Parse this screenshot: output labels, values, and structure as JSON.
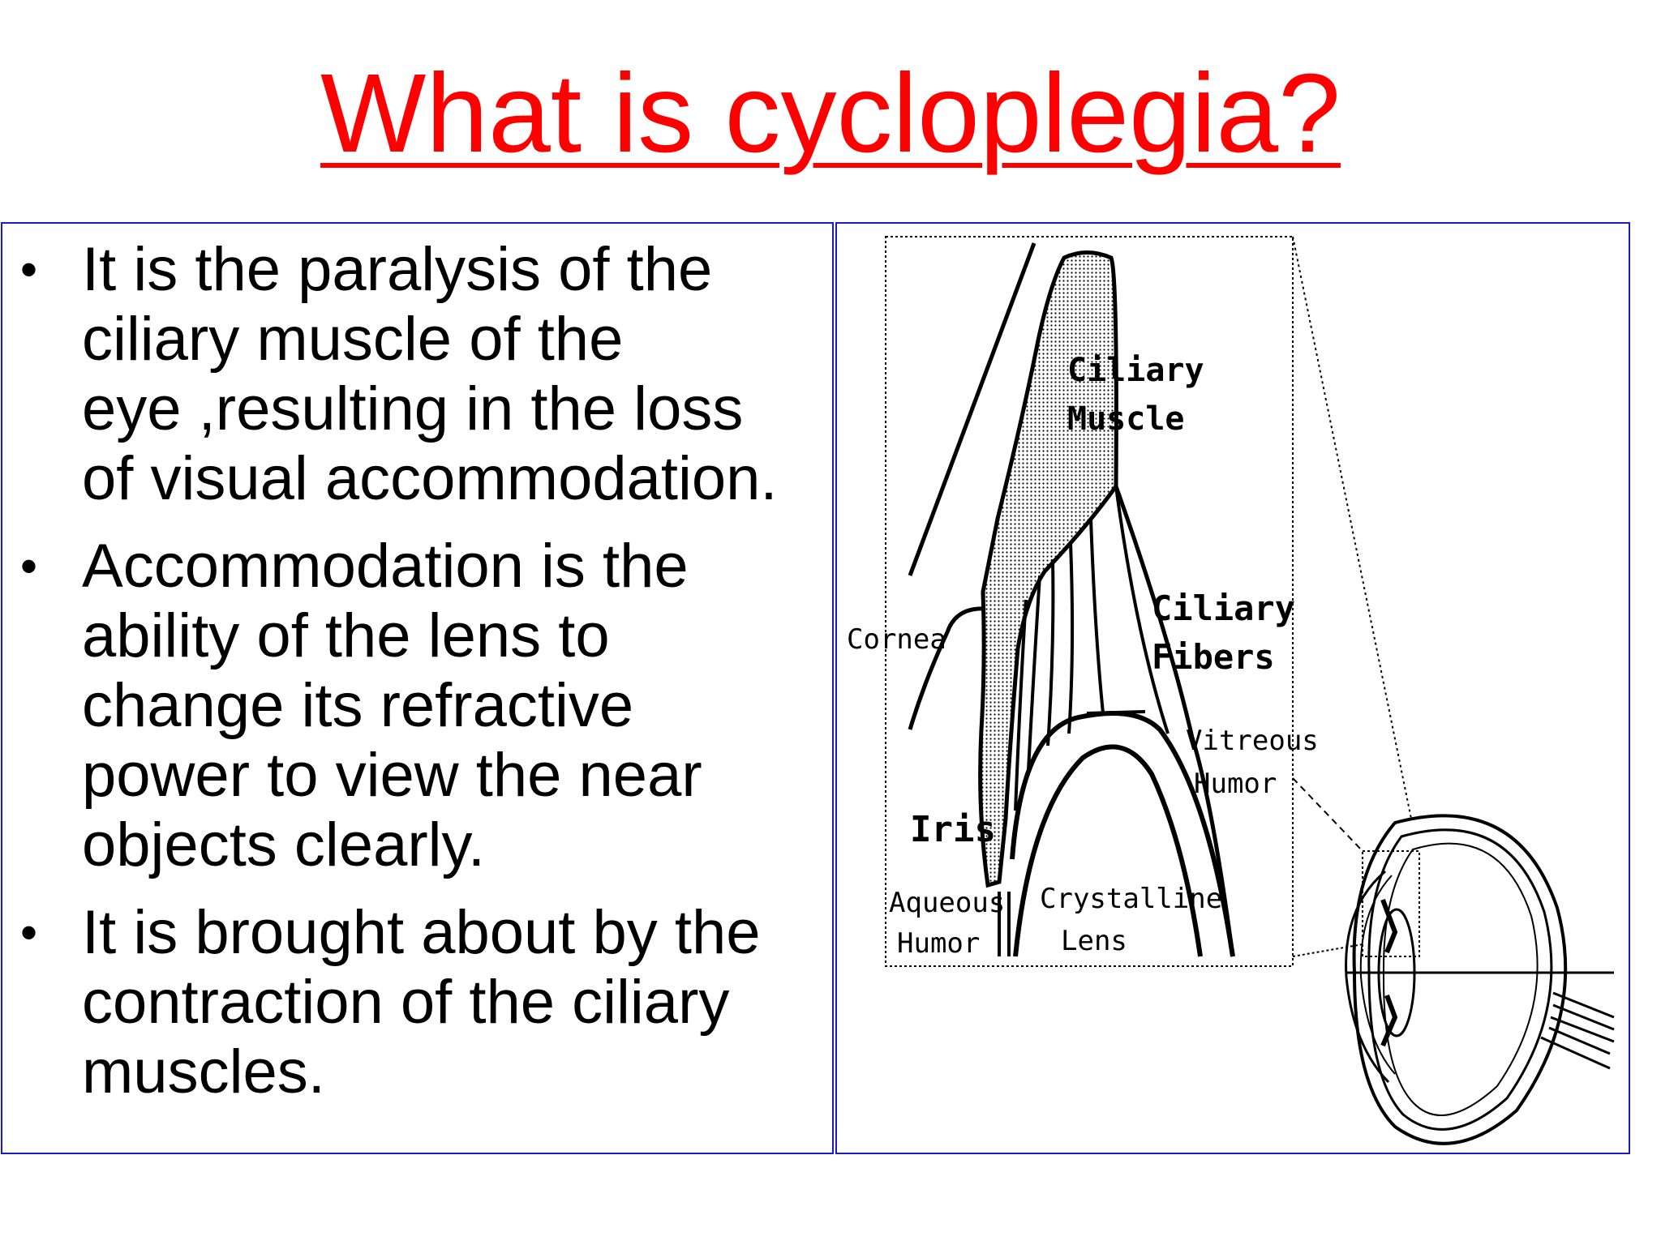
{
  "slide": {
    "title": "What is cycloplegia?",
    "bullets": [
      {
        "lines": [
          "It is the paralysis of the",
          "ciliary muscle of the",
          "eye ,resulting in the loss",
          "of visual accommodation."
        ]
      },
      {
        "lines": [
          "Accommodation  is the",
          "ability of the lens to",
          "change its refractive",
          "power to view the near",
          "objects clearly."
        ]
      },
      {
        "lines": [
          "It is brought about by the",
          "contraction of the ciliary",
          "muscles."
        ]
      }
    ]
  },
  "diagram": {
    "labels": {
      "ciliary_muscle_1": "Ciliary",
      "ciliary_muscle_2": "Muscle",
      "ciliary_fibers_1": "Ciliary",
      "ciliary_fibers_2": "Fibers",
      "cornea": "Cornea",
      "vitreous_1": "Vitreous",
      "vitreous_2": "Humor",
      "iris": "Iris",
      "aqueous_1": "Aqueous",
      "aqueous_2": "Humor",
      "lens_1": "Crystalline",
      "lens_2": "Lens"
    }
  },
  "colors": {
    "title": "#ff0000",
    "panel_border": "#1a1ac8",
    "text": "#000000"
  }
}
